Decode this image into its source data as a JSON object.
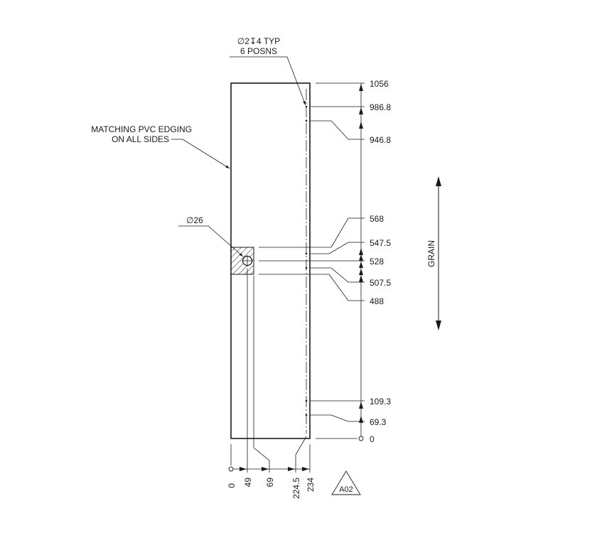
{
  "callouts": {
    "hole_spec_line1": "∅2↧4 TYP",
    "hole_spec_line2": "6 POSNS",
    "edging_line1": "MATCHING PVC EDGING",
    "edging_line2": "ON ALL SIDES",
    "large_hole": "∅26",
    "grain": "GRAIN"
  },
  "vertical_dims": [
    "1056",
    "986.8",
    "946.8",
    "568",
    "547.5",
    "528",
    "507.5",
    "488",
    "109.3",
    "69.3",
    "0"
  ],
  "horizontal_dims": [
    "0",
    "49",
    "69",
    "224.5",
    "234"
  ],
  "part_tag": "A02"
}
